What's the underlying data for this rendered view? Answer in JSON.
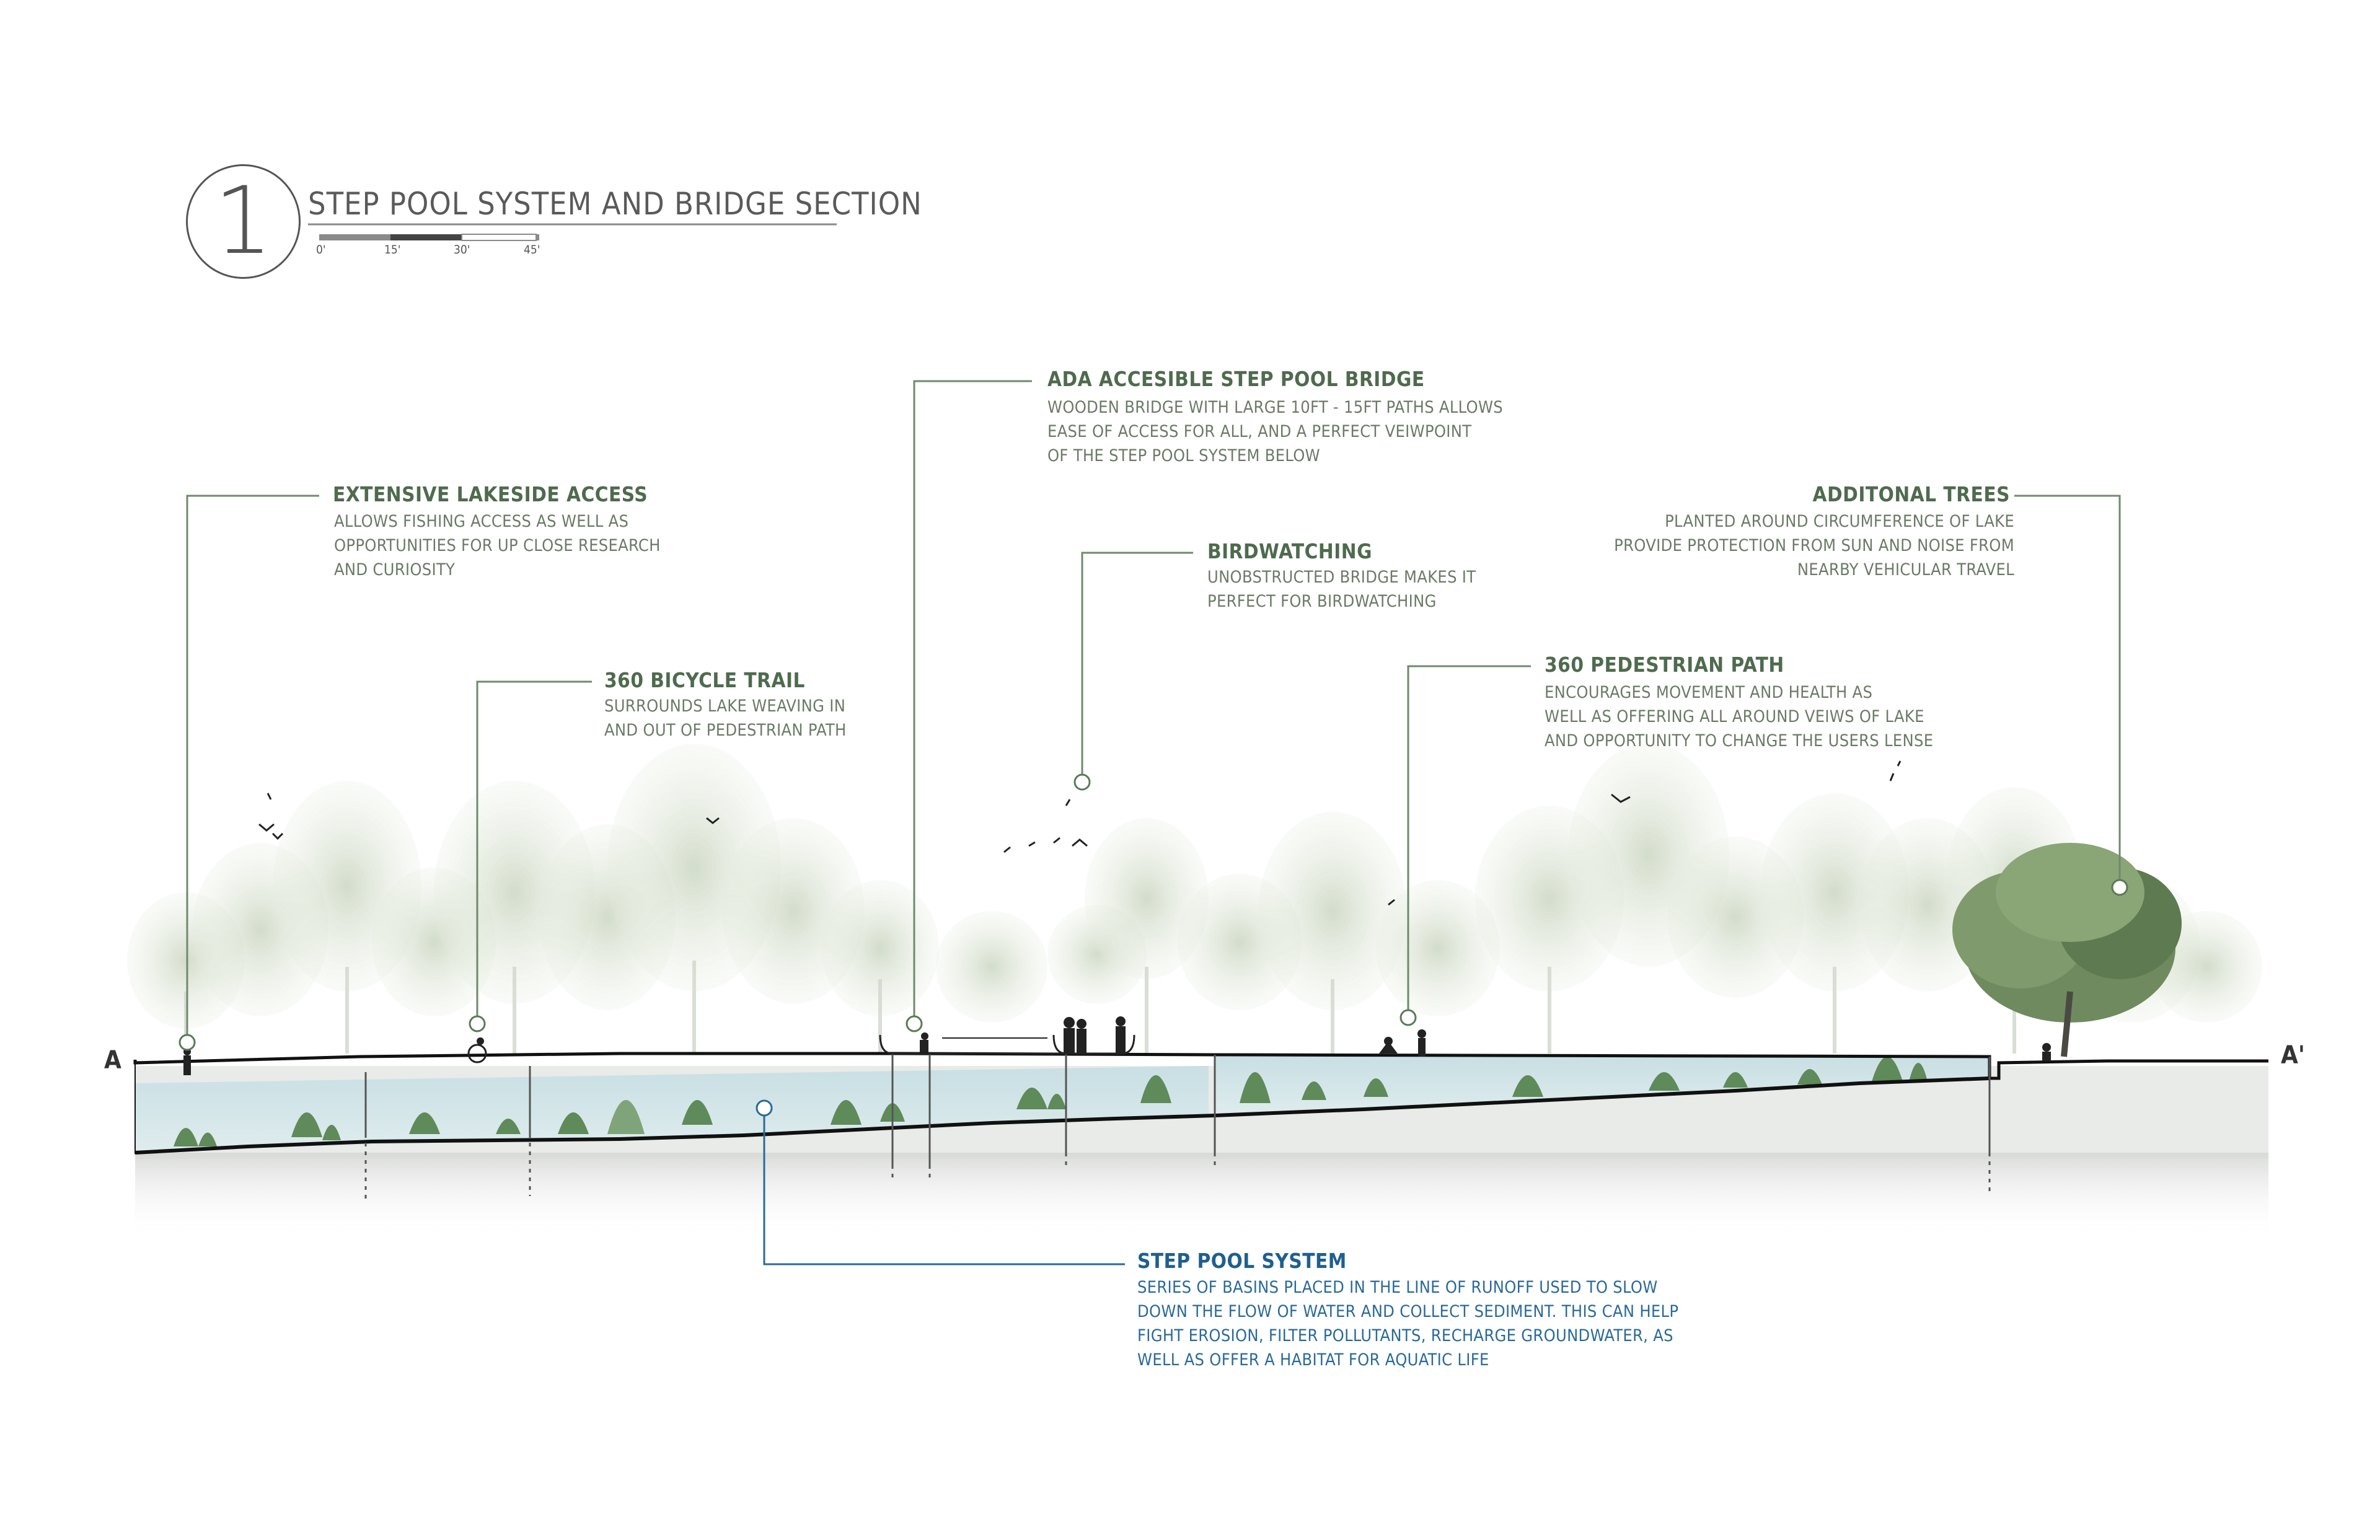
{
  "header": {
    "number": "1",
    "title": "STEP POOL SYSTEM AND BRIDGE SECTION",
    "scale_labels": [
      "0'",
      "15'",
      "30'",
      "45'"
    ]
  },
  "section_markers": {
    "start": "A",
    "end": "A'"
  },
  "callouts": {
    "lakeside": {
      "title": "EXTENSIVE LAKESIDE ACCESS",
      "lines": [
        "ALLOWS FISHING ACCESS AS WELL AS",
        "OPPORTUNITIES FOR UP CLOSE RESEARCH",
        "AND CURIOSITY"
      ]
    },
    "bicycle": {
      "title": "360 BICYCLE TRAIL",
      "lines": [
        "SURROUNDS LAKE WEAVING IN",
        "AND OUT OF PEDESTRIAN PATH"
      ]
    },
    "bridge": {
      "title": "ADA ACCESIBLE STEP POOL BRIDGE",
      "lines": [
        "WOODEN BRIDGE WITH LARGE 10FT - 15FT PATHS ALLOWS",
        "EASE OF ACCESS FOR ALL, AND A PERFECT VEIWPOINT",
        "OF THE STEP POOL SYSTEM BELOW"
      ]
    },
    "birdwatching": {
      "title": "BIRDWATCHING",
      "lines": [
        "UNOBSTRUCTED BRIDGE MAKES IT",
        "PERFECT FOR BIRDWATCHING"
      ]
    },
    "trees": {
      "title": "ADDITONAL TREES",
      "lines": [
        "PLANTED AROUND CIRCUMFERENCE OF LAKE",
        "PROVIDE PROTECTION FROM SUN AND NOISE FROM",
        "NEARBY VEHICULAR TRAVEL"
      ]
    },
    "pedestrian": {
      "title": "360 PEDESTRIAN PATH",
      "lines": [
        "ENCOURAGES MOVEMENT AND HEALTH AS",
        "WELL AS OFFERING ALL AROUND VEIWS OF LAKE",
        "AND OPPORTUNITY TO CHANGE THE USERS LENSE"
      ]
    },
    "steppool": {
      "title": "STEP POOL SYSTEM",
      "lines": [
        "SERIES OF BASINS PLACED IN THE LINE OF RUNOFF USED TO SLOW",
        "DOWN THE FLOW OF WATER AND COLLECT SEDIMENT. THIS CAN HELP",
        "FIGHT EROSION, FILTER POLLUTANTS, RECHARGE GROUNDWATER, AS",
        "WELL AS OFFER A HABITAT FOR AQUATIC LIFE"
      ]
    }
  },
  "colors": {
    "callout_green": "#4f6b4e",
    "callout_blue": "#1f5f8f",
    "water": "#cfe3e6",
    "leader_green": "#6e8a6c"
  }
}
